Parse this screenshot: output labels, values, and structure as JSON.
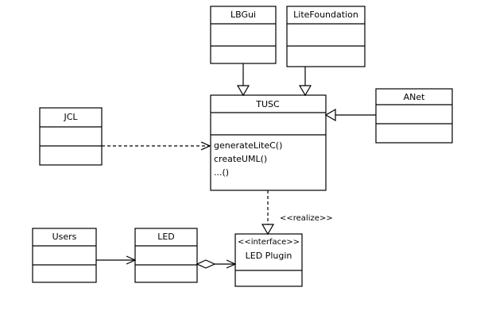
{
  "classes": {
    "lbgui": {
      "name": "LBGui"
    },
    "litefoundation": {
      "name": "LiteFoundation"
    },
    "tusc": {
      "name": "TUSC",
      "methods": [
        "generateLiteC()",
        "createUML()",
        "...()"
      ]
    },
    "anet": {
      "name": "ANet"
    },
    "jcl": {
      "name": "JCL"
    },
    "users": {
      "name": "Users"
    },
    "led": {
      "name": "LED"
    },
    "led_plugin": {
      "stereotype": "<<interface>>",
      "name": "LED Plugin"
    }
  },
  "relations": {
    "realize_label": "<<realize>>"
  }
}
